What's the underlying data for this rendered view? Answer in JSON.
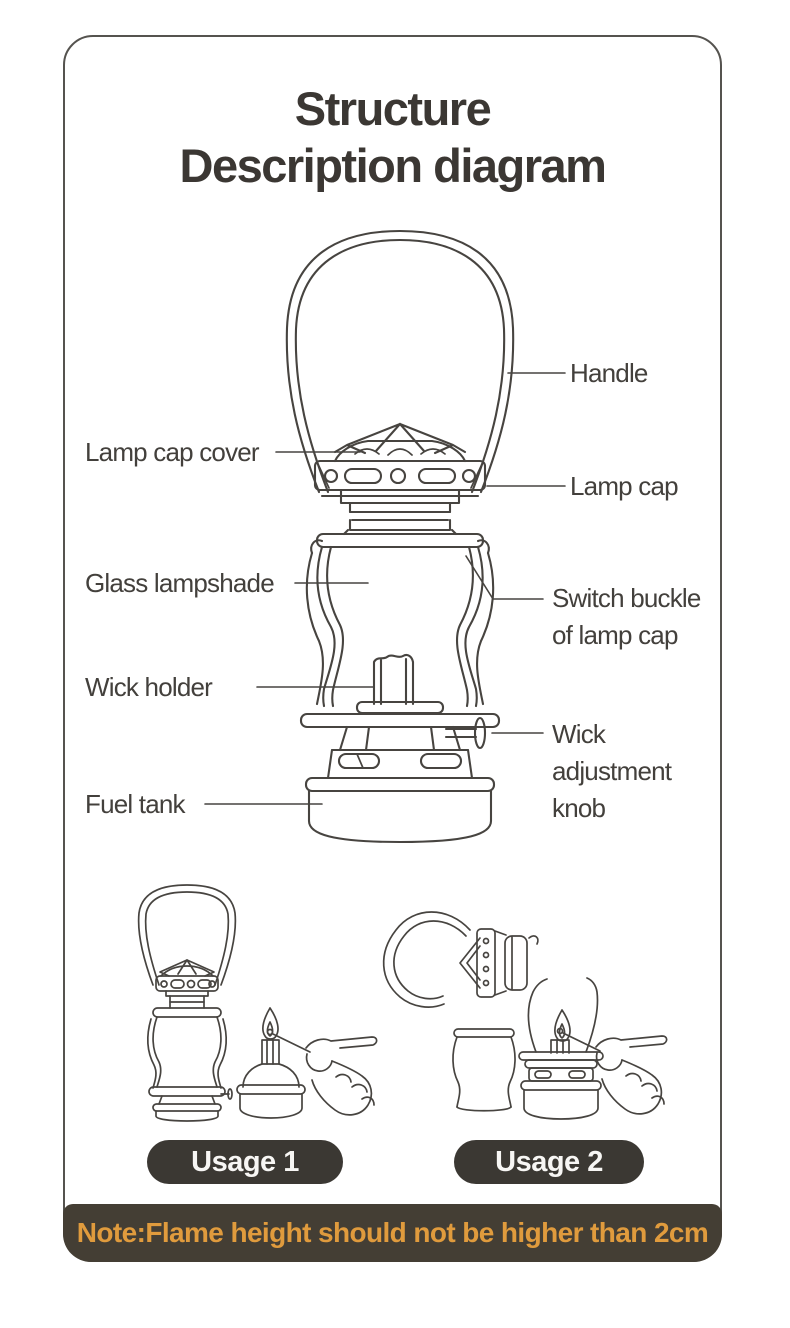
{
  "header": {
    "title_line1": "Structure",
    "title_line2": "Description diagram"
  },
  "diagram": {
    "labels": {
      "handle": "Handle",
      "lamp_cap_cover": "Lamp cap cover",
      "lamp_cap": "Lamp cap",
      "glass_lampshade": "Glass lampshade",
      "switch_buckle_line1": "Switch buckle",
      "switch_buckle_line2": "of lamp cap",
      "wick_holder": "Wick holder",
      "wick_adjustment_line1": "Wick",
      "wick_adjustment_line2": "adjustment",
      "wick_adjustment_line3": "knob",
      "fuel_tank": "Fuel tank"
    }
  },
  "usage_sections": [
    {
      "label": "Usage 1"
    },
    {
      "label": "Usage 2"
    }
  ],
  "note": {
    "text": "Note:Flame height should not be higher than 2cm"
  },
  "colors": {
    "line": "#474440",
    "title_text": "#3b3733",
    "label_text": "#43403c",
    "card_border": "#55534f",
    "pill_bg": "#3b3833",
    "pill_text": "#f7f6f4",
    "note_bg": "#443e34",
    "note_text": "#e09b3d",
    "background": "#ffffff"
  }
}
